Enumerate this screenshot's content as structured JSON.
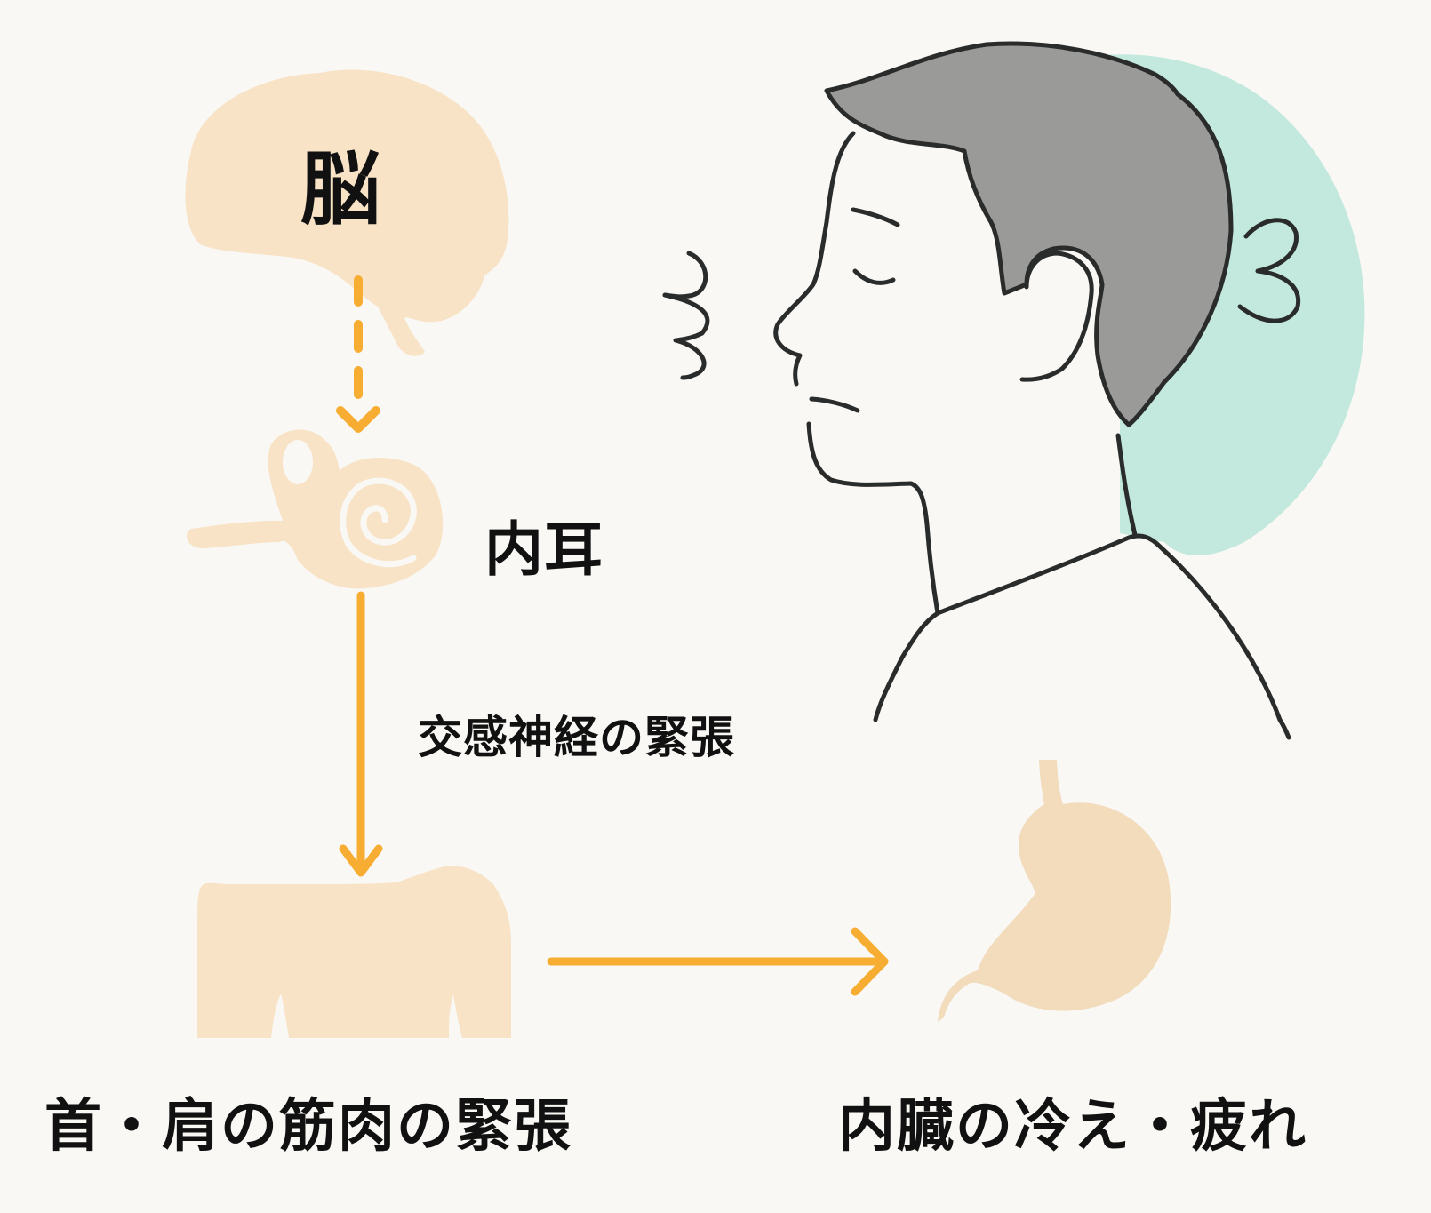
{
  "diagram": {
    "nodes": [
      {
        "id": "brain",
        "label": "脳",
        "icon": "brain-icon"
      },
      {
        "id": "inner_ear",
        "label": "内耳",
        "icon": "inner-ear-icon"
      },
      {
        "id": "neck_shoulder",
        "label": "首・肩の筋肉の緊張",
        "icon": "shoulders-icon"
      },
      {
        "id": "organs",
        "label": "内臓の冷え・疲れ",
        "icon": "stomach-icon"
      }
    ],
    "edges": [
      {
        "from": "brain",
        "to": "inner_ear",
        "style": "dashed"
      },
      {
        "from": "inner_ear",
        "to": "neck_shoulder",
        "style": "solid",
        "label": "交感神経の緊張"
      },
      {
        "from": "neck_shoulder",
        "to": "organs",
        "style": "solid"
      }
    ]
  },
  "labels": {
    "brain": "脳",
    "inner_ear": "内耳",
    "sympathetic": "交感神経の緊張",
    "neck_shoulder": "首・肩の筋肉の緊張",
    "organs": "内臓の冷え・疲れ"
  },
  "illustration": {
    "figure": "person-profile-sighing",
    "icons": [
      "sigh-breath-icon",
      "tinnitus-squiggle-icon"
    ]
  },
  "colors": {
    "background": "#f9f8f4",
    "organ_fill": "#f8e3c6",
    "arrow": "#f7ad32",
    "hair": "#9a9a99",
    "halo": "#c3e9de",
    "outline": "#2a2c2b",
    "text": "#111111"
  }
}
